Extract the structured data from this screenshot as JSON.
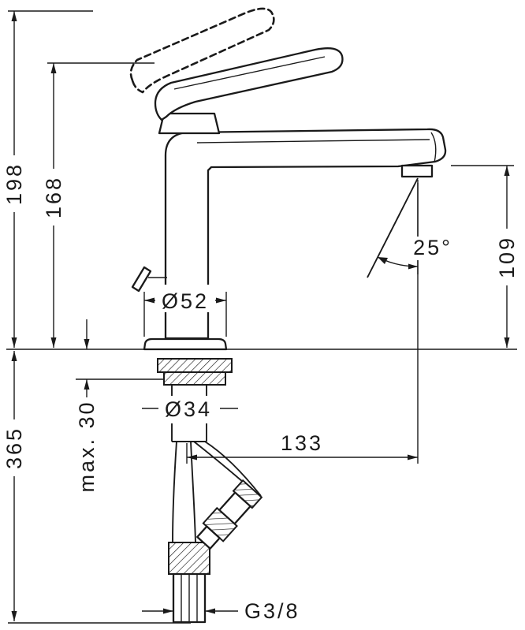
{
  "dimensions": {
    "total_height": "198",
    "handle_height": "168",
    "below_counter_height": "365",
    "max_counter_thickness": "max. 30",
    "escutcheon_diameter": "Ø52",
    "shank_diameter": "Ø34",
    "outlet_height": "109",
    "stream_angle": "25°",
    "outlet_reach": "133",
    "hose_thread": "G3/8"
  }
}
